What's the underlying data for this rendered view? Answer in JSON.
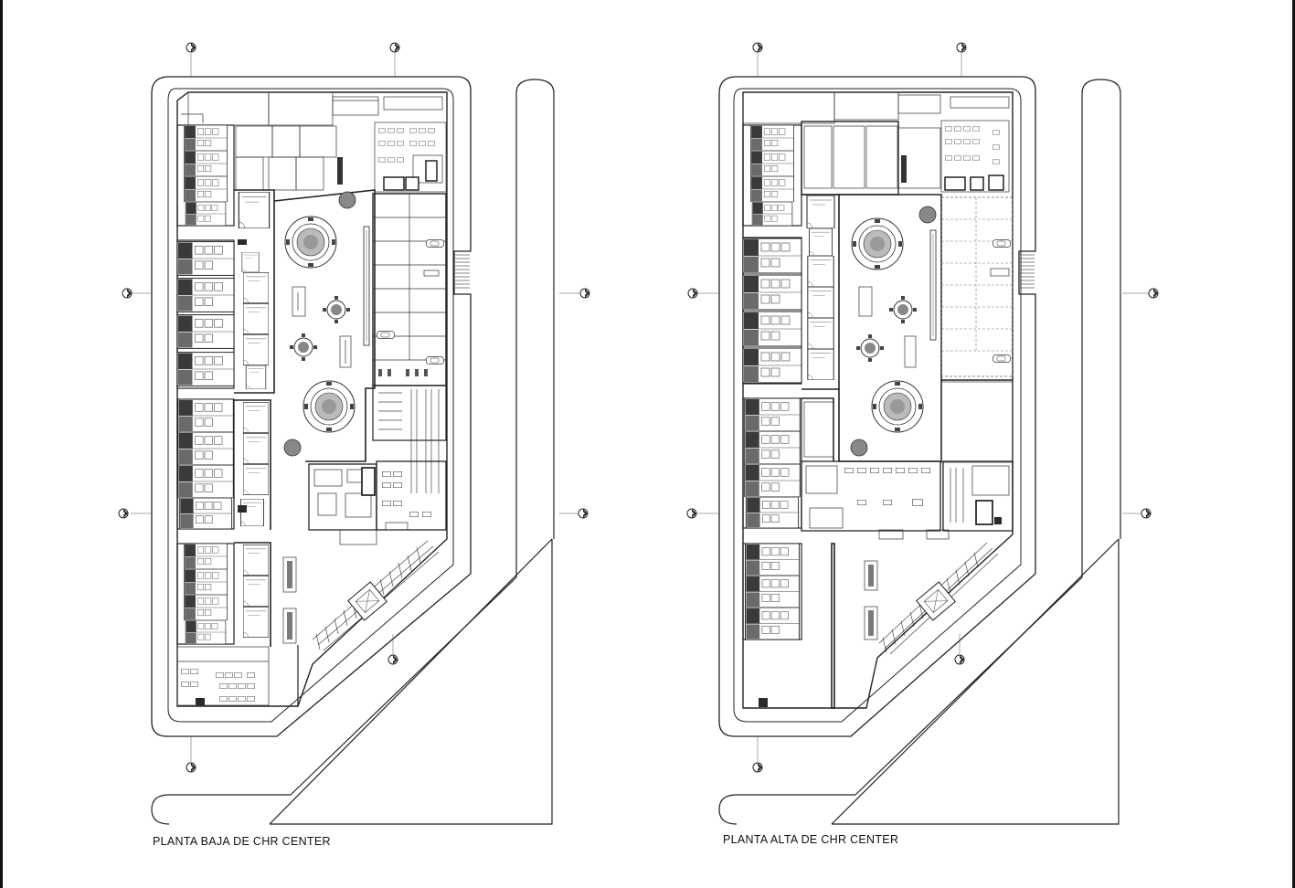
{
  "image": {
    "background": "#ffffff",
    "line_color": "#222222"
  },
  "plans": [
    {
      "key": "ground",
      "caption": "PLANTA BAJA DE CHR CENTER"
    },
    {
      "key": "upper",
      "caption": "PLANTA ALTA DE CHR CENTER"
    }
  ]
}
